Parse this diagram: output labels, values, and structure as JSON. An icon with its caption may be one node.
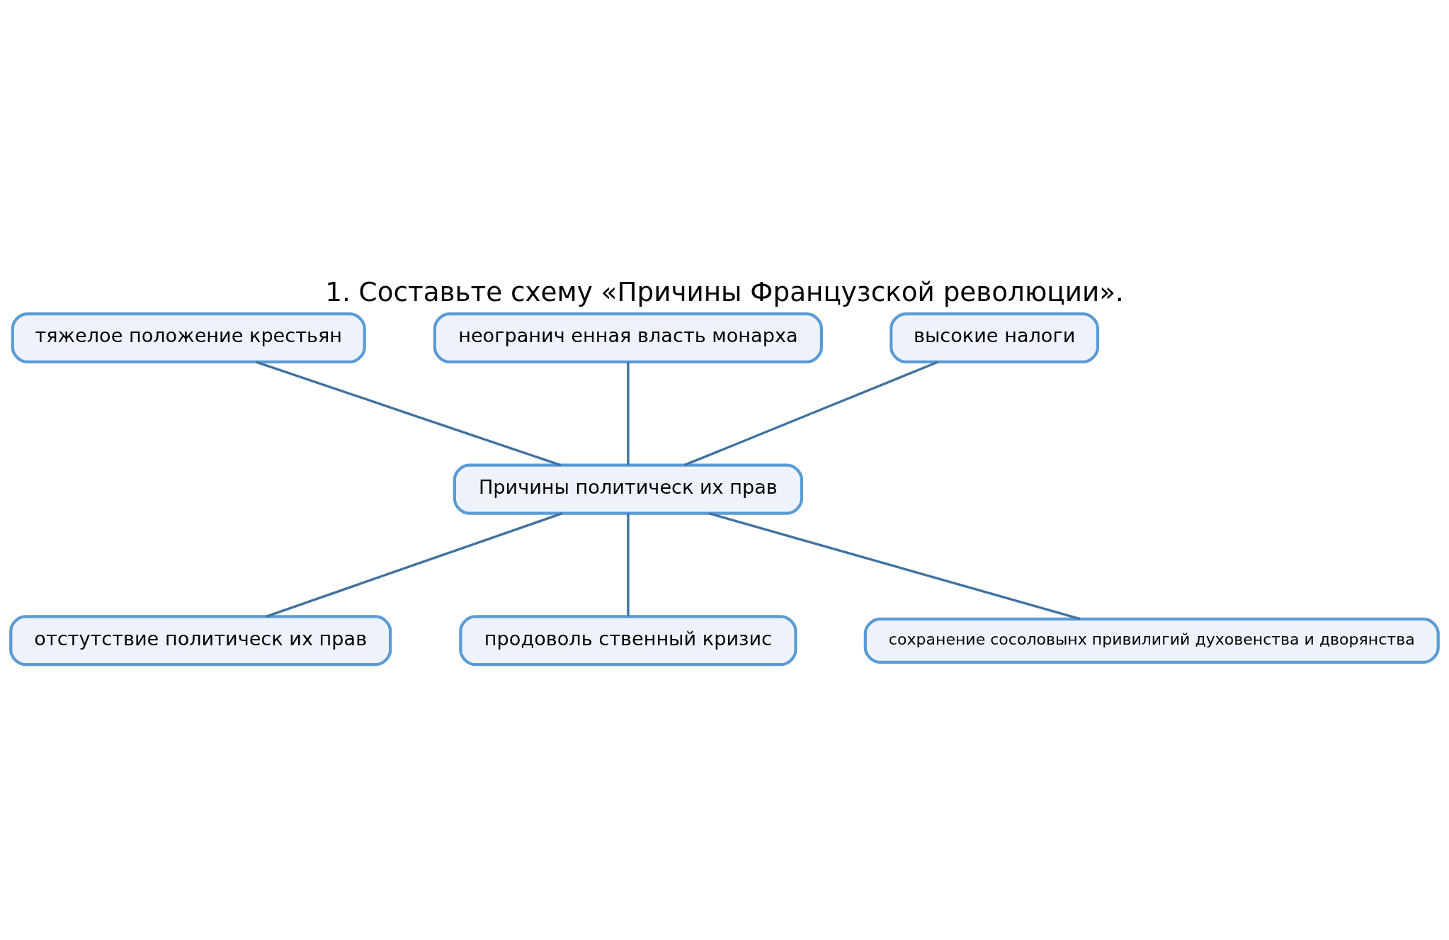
{
  "diagram": {
    "title": "1. Составьте схему «Причины Французской революции».",
    "nodes": [
      {
        "text": [
          "тяжелое положение крестьян"
        ]
      },
      {
        "text": [
          "неогранич енная власть монарха"
        ]
      },
      {
        "text": [
          "высокие налоги"
        ]
      },
      {
        "text": [
          "Причины политическ их прав"
        ]
      },
      {
        "text": [
          "отстутствие политическ их прав"
        ]
      },
      {
        "text": [
          "продоволь ственный кризис"
        ]
      },
      {
        "text": [
          "сохранение сосоловынх привилигий духовенства и дворянства"
        ]
      }
    ],
    "edges": [
      {
        "from": 3,
        "to": 0,
        "arrow": "none"
      },
      {
        "from": 3,
        "to": 1,
        "arrow": "none"
      },
      {
        "from": 3,
        "to": 2,
        "arrow": "none"
      },
      {
        "from": 3,
        "to": 4,
        "arrow": "none"
      },
      {
        "from": 3,
        "to": 5,
        "arrow": "none"
      },
      {
        "from": 3,
        "to": 6,
        "arrow": "none"
      }
    ]
  }
}
